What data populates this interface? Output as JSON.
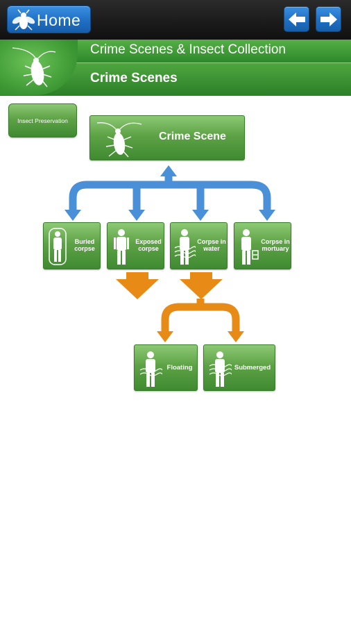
{
  "toolbar": {
    "home_label": "Home",
    "home_icon": "fly-icon",
    "back_icon": "arrow-left-icon",
    "forward_icon": "arrow-right-icon",
    "accent_color": "#1f6fc4"
  },
  "header": {
    "section_title": "Crime Scenes & Insect Collection",
    "page_title": "Crime Scenes",
    "logo_icon": "cockroach-icon",
    "color": "#2f8a2c"
  },
  "diagram": {
    "side_button": "Insect Preservation",
    "root": "Crime Scene",
    "scenes": [
      {
        "label": "Buried corpse",
        "icon": "buried-body-icon"
      },
      {
        "label": "Exposed corpse",
        "icon": "standing-body-icon"
      },
      {
        "label": "Corpse in water",
        "icon": "body-in-water-icon"
      },
      {
        "label": "Corpse in mortuary",
        "icon": "body-mortuary-icon"
      }
    ],
    "water_outcomes": [
      {
        "label": "Floating",
        "icon": "floating-body-icon"
      },
      {
        "label": "Submerged",
        "icon": "submerged-body-icon"
      }
    ],
    "arrow_colors": {
      "blue": "#4a90d8",
      "orange": "#e88a16"
    }
  }
}
